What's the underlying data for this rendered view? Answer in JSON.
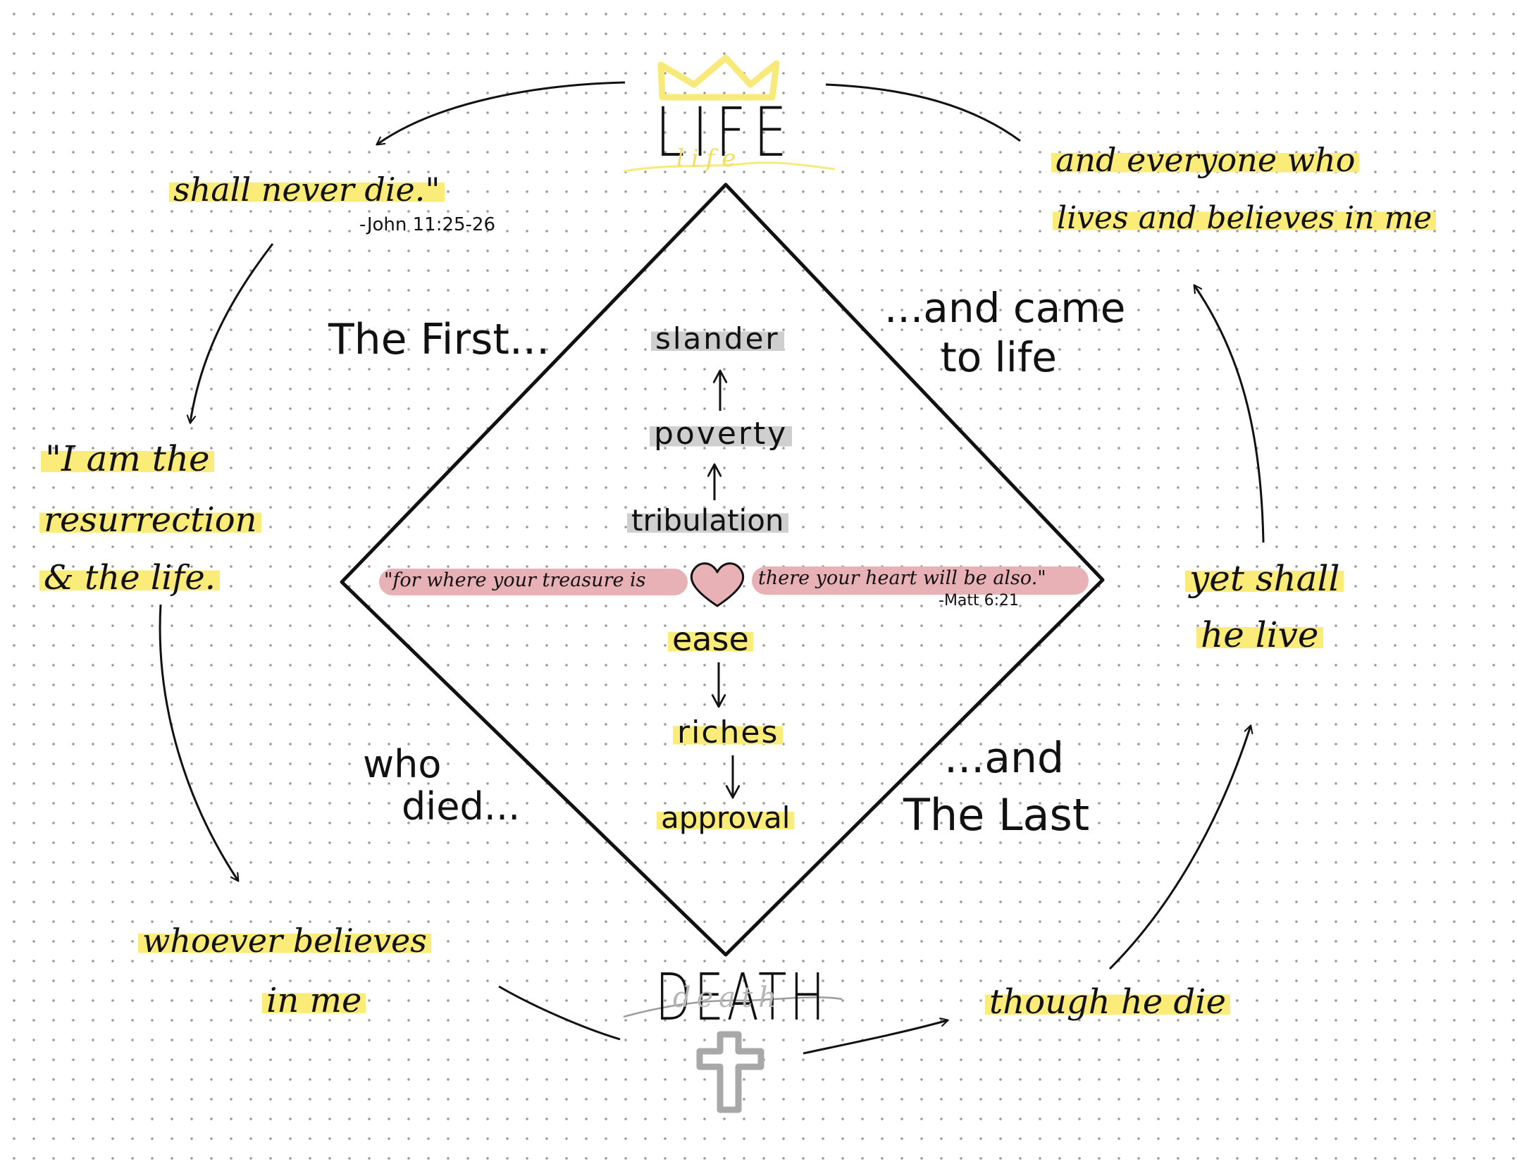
{
  "title_top": "LIFE",
  "title_top_echo": "life",
  "title_bottom": "DEATH",
  "title_bottom_echo": "death",
  "corners": {
    "top_left": "The First...",
    "top_right_1": "...and came",
    "top_right_2": "to life",
    "bottom_left_1": "who",
    "bottom_left_2": "died...",
    "bottom_right_1": "...and",
    "bottom_right_2": "The Last"
  },
  "upper_chain": [
    "slander",
    "poverty",
    "tribulation"
  ],
  "lower_chain": [
    "ease",
    "riches",
    "approval"
  ],
  "matthew": {
    "left": "\"for where your treasure is",
    "right": "there your heart will be also.\"",
    "ref": "-Matt 6:21"
  },
  "cycle": {
    "resurrection_1": "\"I am the",
    "resurrection_2": "resurrection",
    "resurrection_3": "& the life.",
    "whoever_1": "whoever believes",
    "whoever_2": "in me",
    "though": "though he die",
    "yet_1": "yet shall",
    "yet_2": "he live",
    "everyone_1": "and everyone who",
    "everyone_2": "lives and believes in me",
    "never_die": "shall never die.\"",
    "john_ref": "-John 11:25-26"
  },
  "colors": {
    "highlight_yellow": "#fbec7a",
    "highlight_grey": "#cfcfcf",
    "heart_pink": "#e8b1b6",
    "crown_yellow": "#f7e97a",
    "cross_grey": "#a8a8a8",
    "ink": "#111111"
  }
}
